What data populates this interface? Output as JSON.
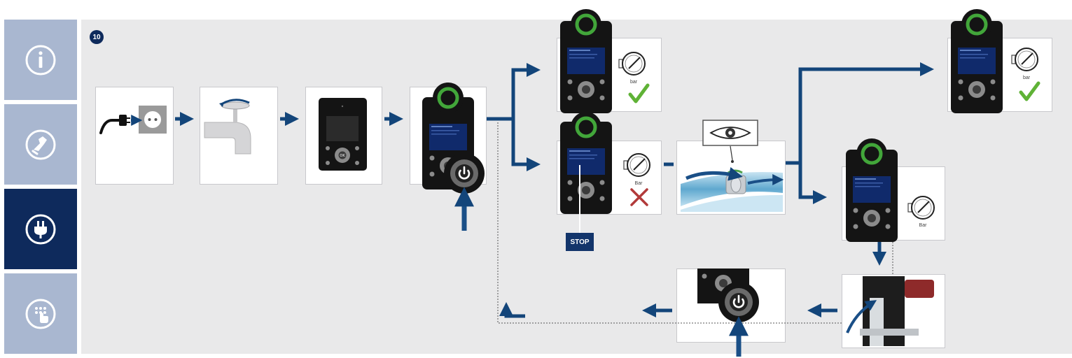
{
  "sidebar": {
    "tabs": [
      {
        "name": "info",
        "icon": "info-icon",
        "active": false
      },
      {
        "name": "installation",
        "icon": "hand-wrench-icon",
        "active": false
      },
      {
        "name": "electrical",
        "icon": "plug-icon",
        "active": true
      },
      {
        "name": "operation",
        "icon": "touch-keypad-icon",
        "active": false
      }
    ]
  },
  "step": {
    "number": "10"
  },
  "labels": {
    "gauge_unit_1": "bar",
    "gauge_unit_2": "Bar",
    "gauge_unit_3": "bar",
    "gauge_unit_4": "Bar",
    "stop": "STOP",
    "ok": "OK"
  },
  "colors": {
    "navy": "#0e2a5c",
    "arrow": "#13457a",
    "sidebar_inactive": "#a9b7d0",
    "panel": "#e9e9ea",
    "success": "#5fb236",
    "error": "#b23a3a",
    "ring": "#42a63a"
  }
}
